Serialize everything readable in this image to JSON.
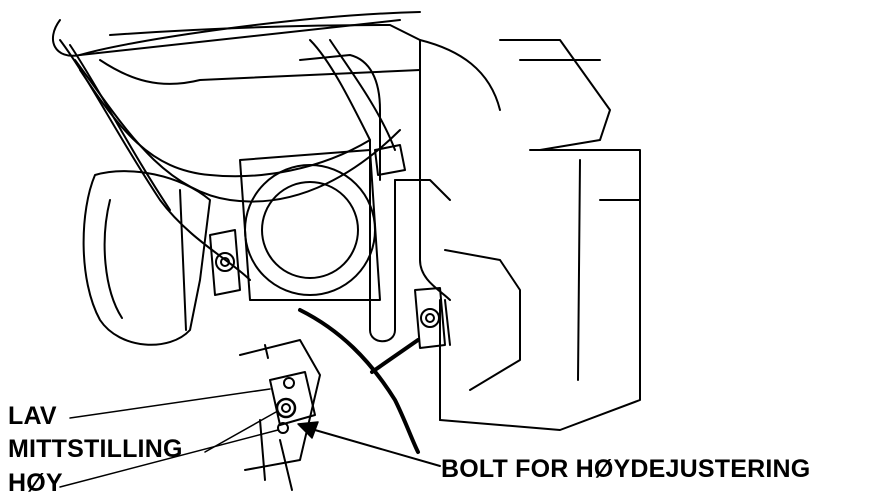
{
  "diagram": {
    "labels": {
      "low": "LAV",
      "middle": "MITTSTILLING",
      "high": "HØY",
      "bolt": "BOLT FOR HØYDEJUSTERING"
    },
    "colors": {
      "ink": "#000000",
      "paper": "#ffffff"
    }
  }
}
